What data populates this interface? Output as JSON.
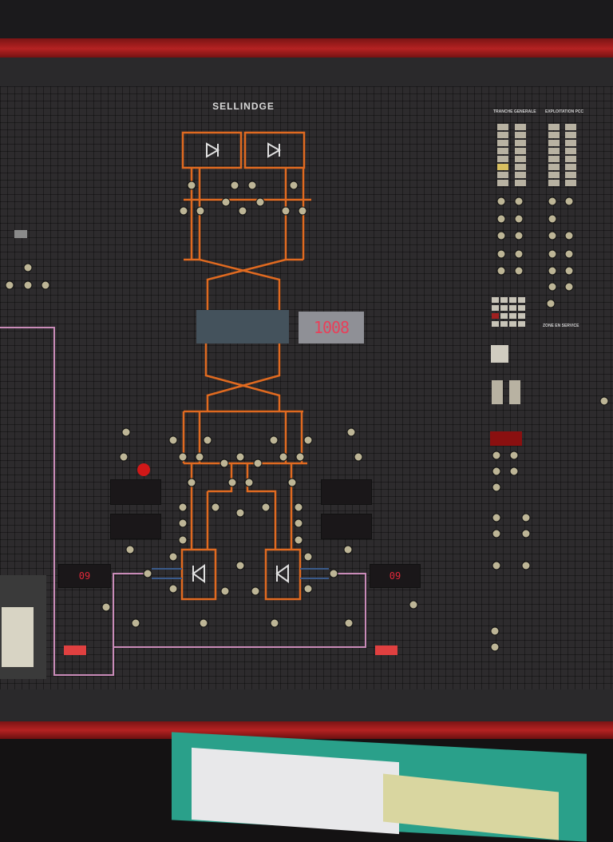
{
  "panel": {
    "title": "SELLINDGE",
    "main_display": "1008",
    "left_display": "09",
    "right_display": "09",
    "section_labels": {
      "right_col1": "TRANCHE GENERALE",
      "right_col2": "EXPLOITATION PCC",
      "right_bottom": "ZONE EN SERVICE"
    }
  },
  "colors": {
    "schematic_line": "#e06a20",
    "pink_line": "#c98bb8",
    "display_digits": "#e0283a",
    "frame_red": "#b52222"
  }
}
